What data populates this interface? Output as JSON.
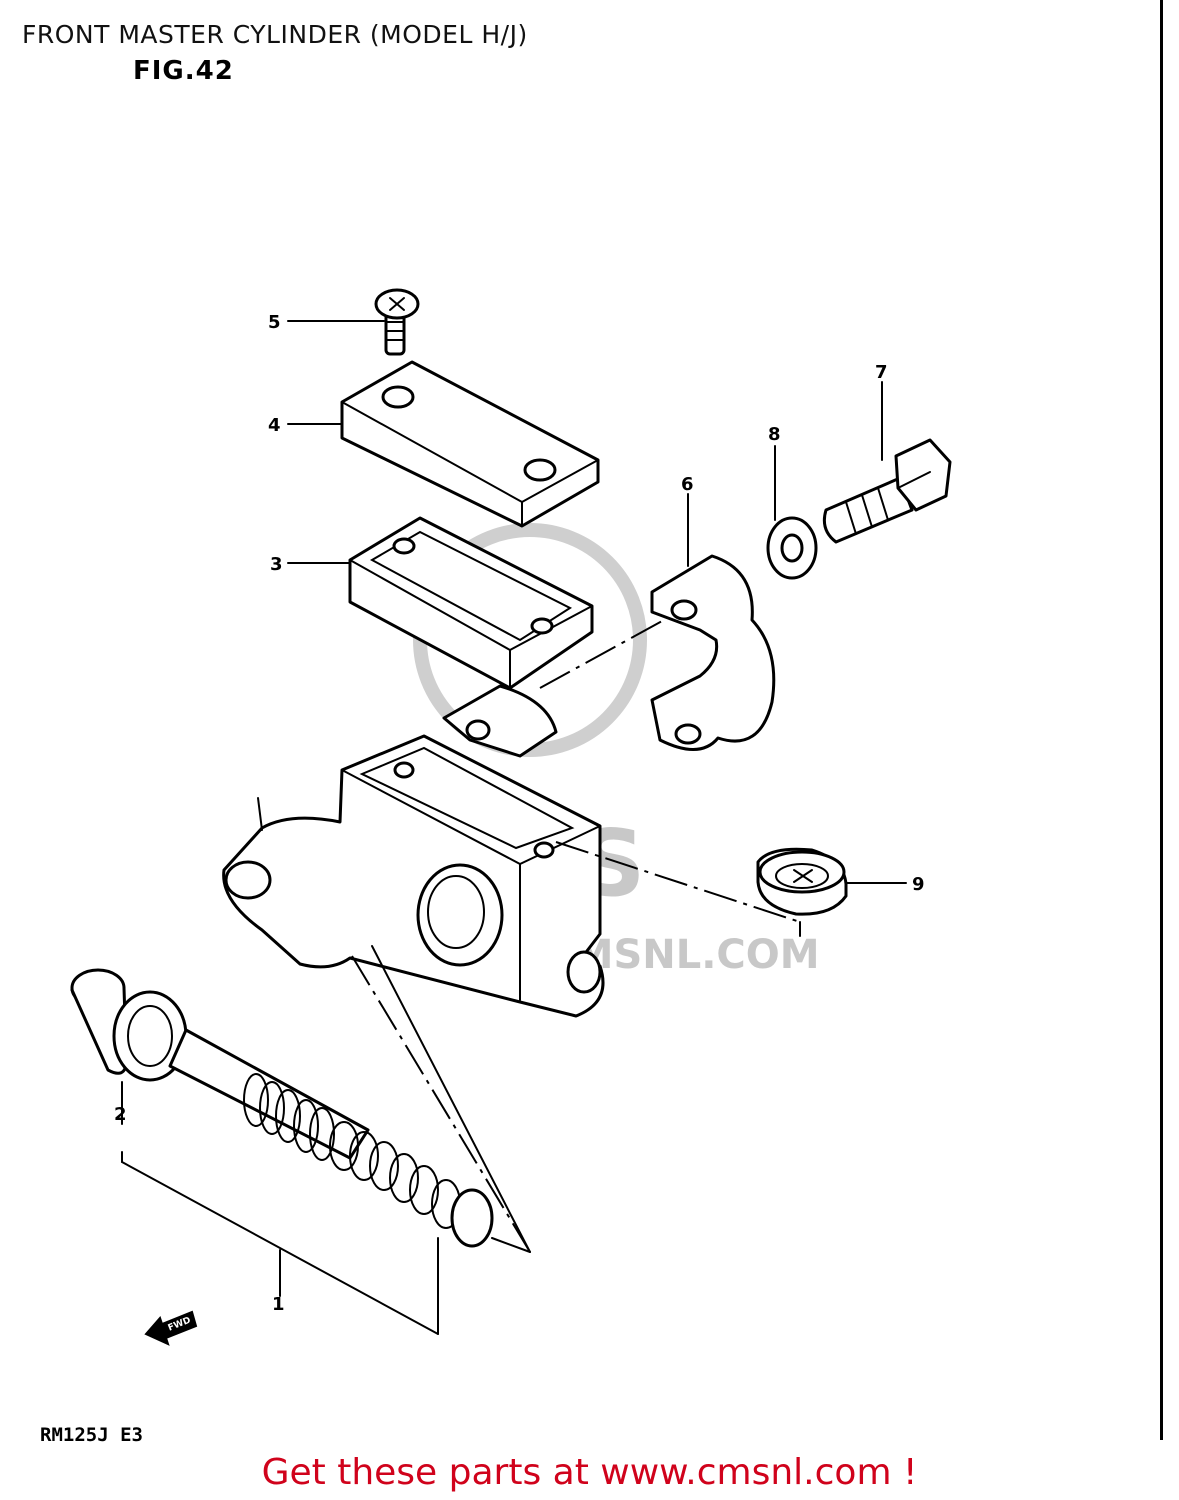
{
  "header": {
    "title": "FRONT MASTER CYLINDER (MODEL H/J)",
    "figure": "FIG.42"
  },
  "diagram": {
    "callouts": [
      {
        "id": "1",
        "label": "1"
      },
      {
        "id": "2",
        "label": "2"
      },
      {
        "id": "3",
        "label": "3"
      },
      {
        "id": "4",
        "label": "4"
      },
      {
        "id": "5",
        "label": "5"
      },
      {
        "id": "6",
        "label": "6"
      },
      {
        "id": "7",
        "label": "7"
      },
      {
        "id": "8",
        "label": "8"
      },
      {
        "id": "9",
        "label": "9"
      }
    ],
    "fwd_arrow_label": "FWD",
    "watermark": {
      "logo_text": "CMS",
      "url_text": "WWW.CMSNL.COM"
    }
  },
  "footer": {
    "model_code": "RM125J E3",
    "link_text": "Get these parts at www.cmsnl.com !"
  },
  "colors": {
    "footer_link": "#d0021b",
    "line_art": "#000000",
    "watermark": "#c8c8c8"
  }
}
